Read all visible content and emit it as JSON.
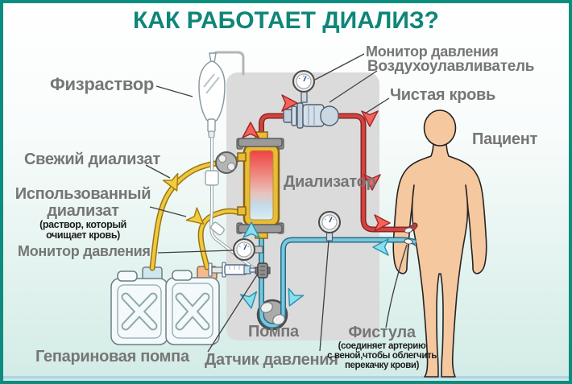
{
  "labels": {
    "title": "КАК РАБОТАЕТ ДИАЛИЗ?",
    "saline": "Физраствор",
    "pressure_monitor_top": "Монитор давления",
    "air_trap": "Воздухоулавливатель",
    "clean_blood": "Чистая кровь",
    "patient": "Пациент",
    "fresh_dialysate": "Свежий диализат",
    "used_dialysate": [
      "Использованный",
      "диализат"
    ],
    "used_dialysate_note": [
      "(раствор, который",
      "очищает кровь)"
    ],
    "pressure_monitor_left": "Монитор давления",
    "dialyzer": "Диализатор",
    "heparin_pump": "Гепариновая помпа",
    "blood_pump": "Помпа",
    "pressure_sensor": "Датчик давления",
    "fistula": "Фистула",
    "fistula_note": [
      "(соединяет артерию",
      "с веной,чтобы облегчить",
      "перекачку крови)"
    ]
  },
  "colors": {
    "title_teal": "#0f8678",
    "border_teal": "#0a8c7e",
    "label_gray": "#767676",
    "note_black": "#1d1d1d",
    "red_tube": "#cf4440",
    "red_tube_dark": "#8e2424",
    "blue_tube": "#7cc5da",
    "blue_tube_dark": "#206f89",
    "yellow_tube": "#eec93f",
    "yellow_tube_dark": "#9c7410",
    "red_arrow": "#f3635a",
    "red_arrow_dark": "#a02828",
    "cyan_arrow": "#8adef0",
    "cyan_arrow_dark": "#2d93ac",
    "yellow_arrow": "#f2cd3f",
    "yellow_arrow_dark": "#a87d12",
    "panel_gray": "#dbdbdb",
    "skin": "#f6c8a0",
    "skin_outline": "#242424",
    "floor_blue": "#aed4e4",
    "bg_top": "#ffffff",
    "bg_bottom": "#d2ebe6"
  }
}
